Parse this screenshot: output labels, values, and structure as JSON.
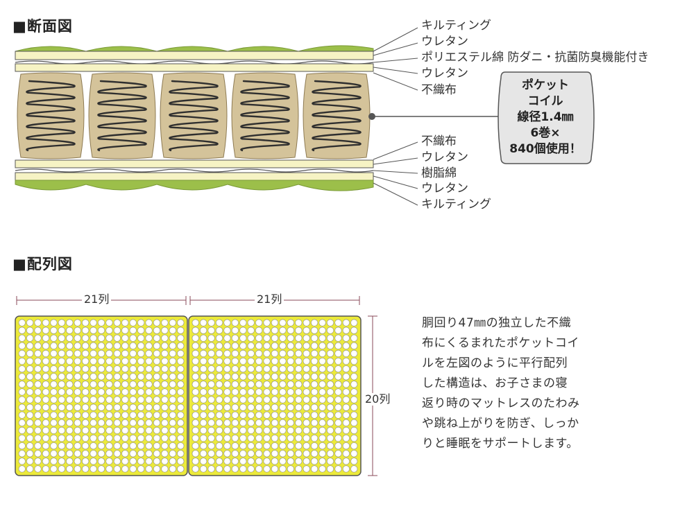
{
  "sections": {
    "cross_section_title": "■断面図",
    "layout_title": "■配列図"
  },
  "top_layers": [
    "キルティング",
    "ウレタン",
    "ポリエステル綿 防ダニ・抗菌防臭機能付き",
    "ウレタン",
    "不織布"
  ],
  "bottom_layers": [
    "不織布",
    "ウレタン",
    "樹脂綿",
    "ウレタン",
    "キルティング"
  ],
  "callout": {
    "lines": [
      "ポケット",
      "コイル",
      "線径1.4㎜",
      "6巻×",
      "840個使用！"
    ]
  },
  "layout": {
    "columns_left": "21列",
    "columns_right": "21列",
    "rows": "20列"
  },
  "description": [
    "胴回り47㎜の独立した不織",
    "布にくるまれたポケットコイ",
    "ルを左図のように平行配列",
    "した構造は、お子さまの寝",
    "返り時のマットレスのたわみ",
    "や跳ね上がりを防ぎ、しっか",
    "りと睡眠をサポートします。"
  ],
  "colors": {
    "quilting": "#9cbf4a",
    "urethane": "#f6f3c4",
    "coil_fill": "#d4c39a",
    "coil_wire": "#2f2f2f",
    "grid_fill": "#ecea3a",
    "dimension_line": "#8a4a5a",
    "callout_bg": "#e6e6e6"
  }
}
